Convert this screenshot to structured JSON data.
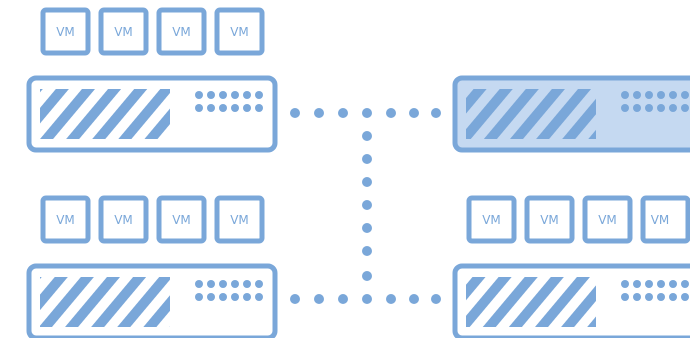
{
  "colors": {
    "stroke": "#7aa7d9",
    "highlight_fill": "#c5d9f1",
    "background": "#ffffff"
  },
  "vm_label": "VM",
  "icons": [
    "server-icon",
    "vm-icon",
    "connection-dots"
  ],
  "groups": [
    {
      "id": "top-left",
      "vms": [
        "VM",
        "VM",
        "VM",
        "VM"
      ],
      "highlighted": false
    },
    {
      "id": "top-right",
      "vms": [],
      "highlighted": true
    },
    {
      "id": "bottom-left",
      "vms": [
        "VM",
        "VM",
        "VM",
        "VM"
      ],
      "highlighted": false
    },
    {
      "id": "bottom-right",
      "vms": [
        "VM",
        "VM",
        "VM",
        "VM"
      ],
      "highlighted": false
    }
  ]
}
